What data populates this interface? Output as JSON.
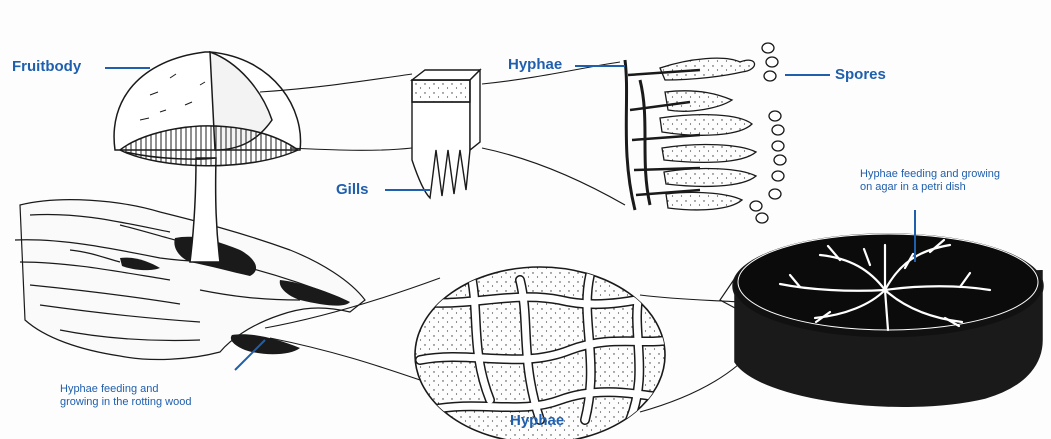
{
  "labels": {
    "fruitbody": "Fruitbody",
    "gills": "Gills",
    "hyphae_top": "Hyphae",
    "spores": "Spores",
    "hyphae_bottom": "Hyphae",
    "wood_note": [
      "Hyphae feeding and",
      "growing in the rotting wood"
    ],
    "dish_note": [
      "Hyphae feeding and growing",
      "on agar in a petri dish"
    ]
  },
  "colors": {
    "label": "#1f5fae",
    "ink": "#1a1a1a",
    "paper": "#fdfdfd"
  }
}
